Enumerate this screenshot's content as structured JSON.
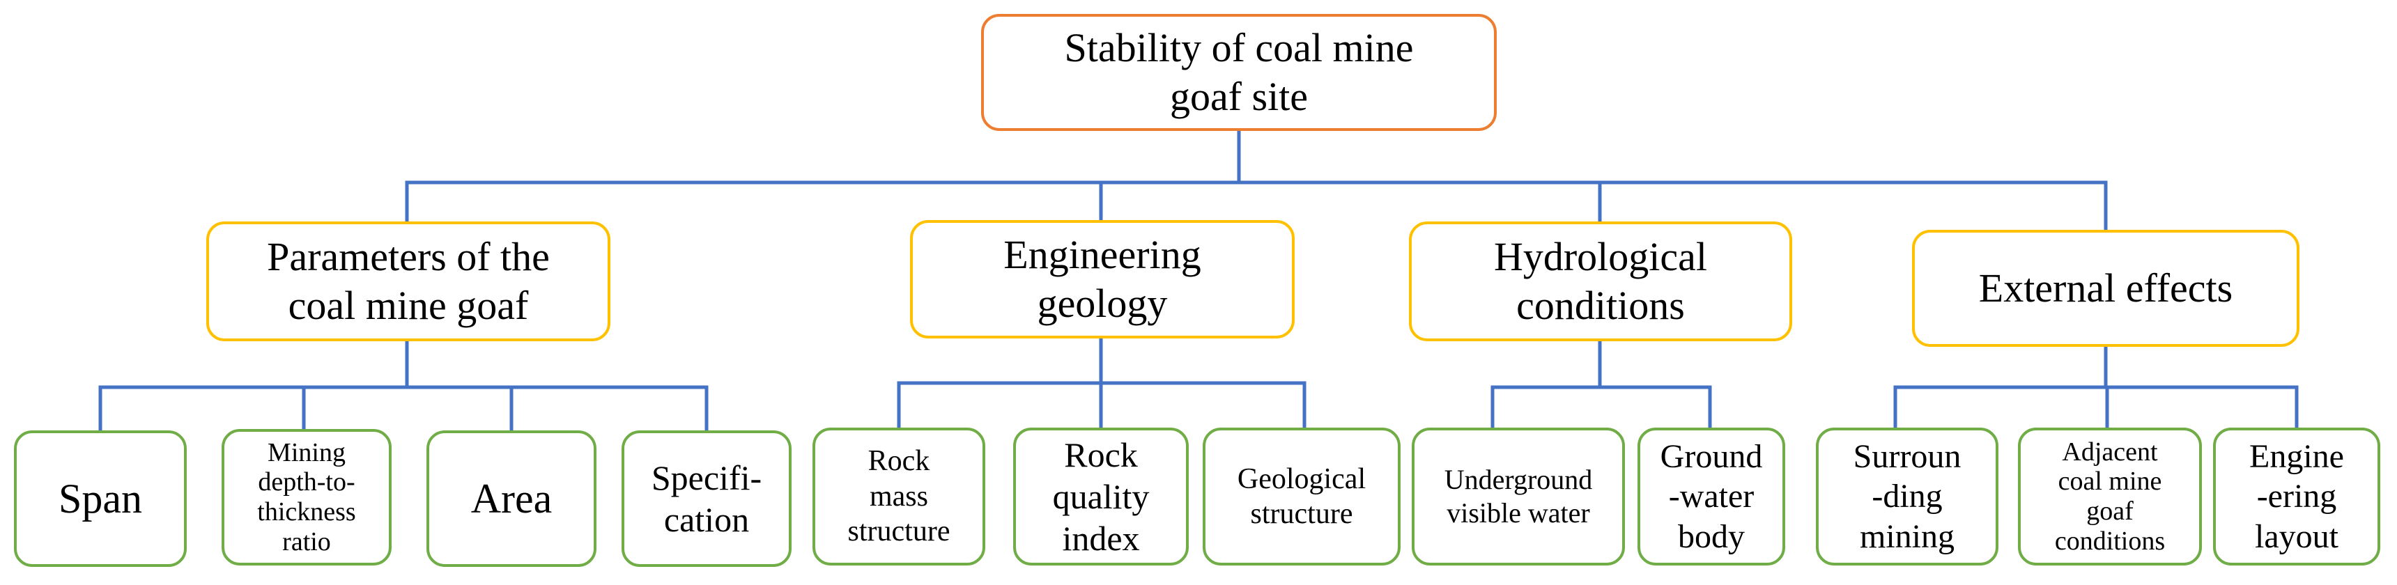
{
  "colors": {
    "root_border": "#ED7D31",
    "category_border": "#FFC000",
    "leaf_border": "#70AD47",
    "connector": "#4472C4"
  },
  "root": {
    "label": "Stability of coal mine\ngoaf site"
  },
  "categories": [
    {
      "label": "Parameters of the\ncoal mine goaf",
      "children": [
        {
          "label": "Span"
        },
        {
          "label": "Mining\ndepth-to-\nthickness\nratio"
        },
        {
          "label": "Area"
        },
        {
          "label": "Specifi-\ncation"
        }
      ]
    },
    {
      "label": "Engineering\ngeology",
      "children": [
        {
          "label": "Rock\nmass\nstructure"
        },
        {
          "label": "Rock\nquality\nindex"
        },
        {
          "label": "Geological\nstructure"
        }
      ]
    },
    {
      "label": "Hydrological\nconditions",
      "children": [
        {
          "label": "Underground\nvisible water"
        },
        {
          "label": "Ground\n-water\nbody"
        }
      ]
    },
    {
      "label": "External effects",
      "children": [
        {
          "label": "Surroun\n-ding\nmining"
        },
        {
          "label": "Adjacent\ncoal mine\ngoaf\nconditions"
        },
        {
          "label": "Engine\n-ering\nlayout"
        }
      ]
    }
  ]
}
